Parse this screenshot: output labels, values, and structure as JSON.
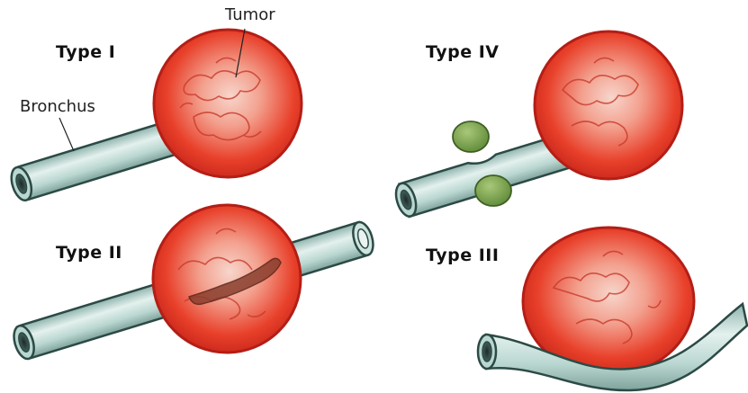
{
  "labels": {
    "tumor": "Tumor",
    "bronchus": "Bronchus",
    "type_1": "Type I",
    "type_2": "Type II",
    "type_3": "Type III",
    "type_4": "Type IV"
  },
  "colors": {
    "tumor_fill": "#e8402a",
    "tumor_center": "#f6c8bc",
    "tumor_edge": "#b41e16",
    "bronchus_fill": "#b9d6d0",
    "bronchus_edge": "#2c4a45",
    "node_fill": "#7aa048"
  }
}
